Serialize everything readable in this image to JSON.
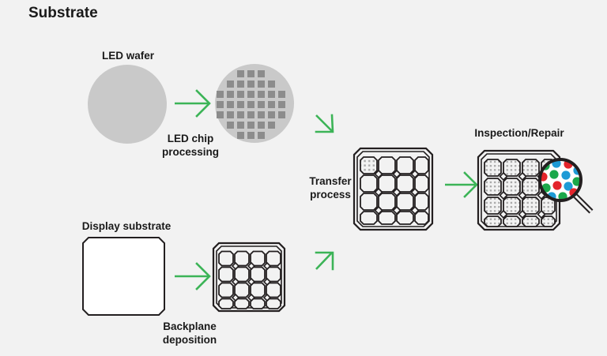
{
  "title": "Substrate",
  "colors": {
    "background": "#f2f2f2",
    "arrow_green": "#3cb457",
    "wafer_gray": "#c9c9c9",
    "chip_gray": "#8c8c8c",
    "outline_dark": "#231f20",
    "panel_fill": "#f2f2f2",
    "substrate_fill": "#ffffff",
    "dot_gray": "#a8a8a8",
    "red": "#e3242b",
    "green": "#1aa84a",
    "blue": "#1e9ad6",
    "text": "#1a1a1a"
  },
  "nodes": {
    "led_wafer": {
      "label": "LED wafer",
      "shape": "circle-plain"
    },
    "processed_wafer": {
      "label": "",
      "shape": "circle-chips",
      "chip_rows": [
        3,
        5,
        7,
        7,
        7,
        5,
        3
      ]
    },
    "display_substrate": {
      "label": "Display substrate",
      "shape": "square-blank"
    },
    "backplane_panel": {
      "label": "",
      "shape": "grid-4x4"
    },
    "transfer_panel": {
      "label": "",
      "shape": "grid-4x4-one-dotted"
    },
    "inspection_panel": {
      "label": "Inspection/Repair",
      "shape": "grid-4x4-all-dotted"
    },
    "magnifier": {
      "label": "",
      "shape": "magnifier-rgb",
      "dot_colors": [
        "#1e9ad6",
        "#e3242b",
        "#1aa84a",
        "#1e9ad6",
        "#1aa84a",
        "#e3242b",
        "#1e9ad6",
        "#1aa84a",
        "#e3242b",
        "#1aa84a",
        "#1e9ad6",
        "#e3242b"
      ]
    }
  },
  "arrows": {
    "led_chip_processing": {
      "label_line1": "LED chip",
      "label_line2": "processing",
      "direction": "right"
    },
    "backplane_deposition": {
      "label_line1": "Backplane",
      "label_line2": "deposition",
      "direction": "right"
    },
    "transfer_process": {
      "label_line1": "Transfer",
      "label_line2": "process",
      "direction": "right"
    },
    "wafer_to_transfer": {
      "label_line1": "",
      "direction": "down-right"
    },
    "backplane_to_transfer": {
      "label_line1": "",
      "direction": "up-right"
    },
    "transfer_to_inspection": {
      "label_line1": "",
      "direction": "right"
    }
  }
}
